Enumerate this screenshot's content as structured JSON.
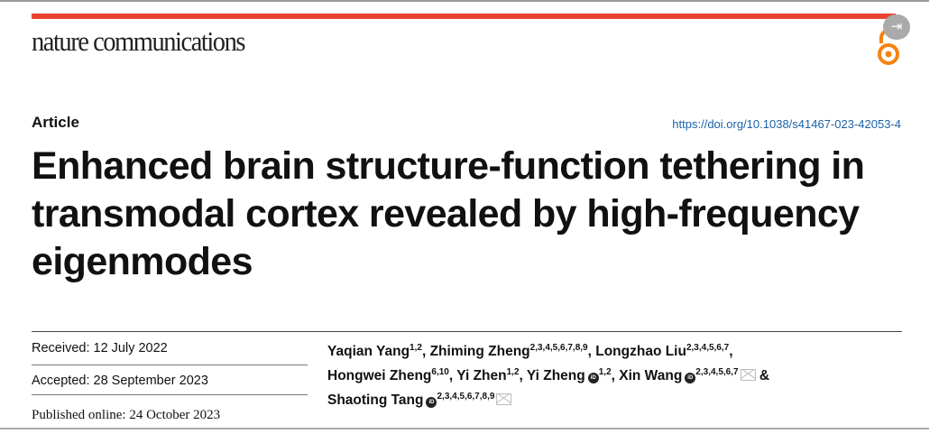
{
  "journal": "nature communications",
  "article_type": "Article",
  "doi": "https://doi.org/10.1038/s41467-023-42053-4",
  "title": "Enhanced brain structure-function tethering in transmodal cortex revealed by high-frequency eigenmodes",
  "dates": {
    "received": "Received: 12 July 2022",
    "accepted": "Accepted: 28 September 2023",
    "published": "Published online: 24 October 2023"
  },
  "authors": [
    {
      "name": "Yaqian Yang",
      "aff": "1,2",
      "sep": ", "
    },
    {
      "name": "Zhiming Zheng",
      "aff": "2,3,4,5,6,7,8,9",
      "sep": ", "
    },
    {
      "name": "Longzhao Liu",
      "aff": "2,3,4,5,6,7",
      "sep": ", "
    },
    {
      "name": "Hongwei Zheng",
      "aff": "6,10",
      "sep": ", "
    },
    {
      "name": "Yi Zhen",
      "aff": "1,2",
      "sep": ", "
    },
    {
      "name": "Yi Zheng",
      "aff": "1,2",
      "sep": ", "
    },
    {
      "name": "Xin Wang",
      "aff": "2,3,4,5,6,7",
      "sep": " & "
    },
    {
      "name": "Shaoting Tang",
      "aff": "2,3,4,5,6,7,8,9",
      "sep": ""
    }
  ],
  "orcid_label": "iD",
  "icons": {
    "exit": "exit-icon",
    "open_access": "open-access-icon",
    "mail": "mail-icon"
  },
  "colors": {
    "accent": "#e8432f",
    "link": "#1a62a8",
    "open_access": "#f68212"
  }
}
